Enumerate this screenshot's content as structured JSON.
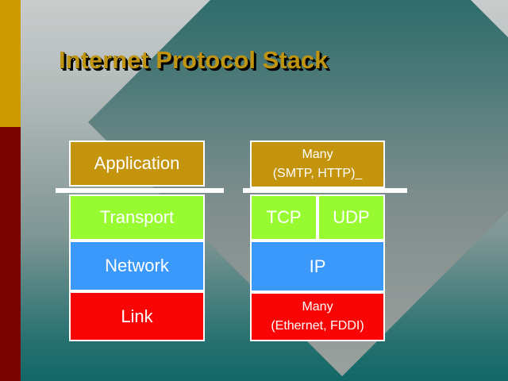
{
  "slide": {
    "title": "Internet Protocol Stack"
  },
  "stack": {
    "left": {
      "rows": [
        {
          "label": "Application"
        },
        {
          "label": "Transport"
        },
        {
          "label": "Network"
        },
        {
          "label": "Link"
        }
      ]
    },
    "right": {
      "top": {
        "line1": "Many",
        "line2": "(SMTP, HTTP)_"
      },
      "tcp_label": "TCP",
      "udp_label": "UDP",
      "ip_label": "IP",
      "bottom": {
        "line1": "Many",
        "line2": "(Ethernet, FDDI)"
      }
    }
  },
  "colors": {
    "title_gold": "#BF9410",
    "box_gold": "#C4950C",
    "box_green": "#98FB32",
    "box_blue": "#3B99FC",
    "box_red": "#FA0505",
    "bar_gold": "#CC9C02",
    "bar_maroon": "#7A0301",
    "divider_white": "#FFFFFF",
    "bg_top_gray": "#C8CCCC",
    "bg_bottom_teal": "#126867",
    "diamond_teal_dark": "#2F6D6C",
    "diamond_gray_light": "#9AA19E"
  }
}
